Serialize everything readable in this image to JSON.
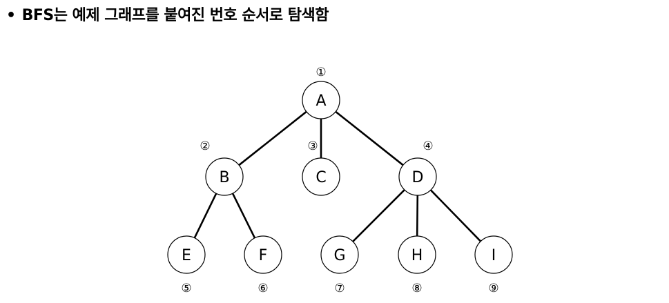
{
  "heading": {
    "bullet": "•",
    "text": "BFS는 예제 그래프를 붙여진 번호 순서로 탐색함"
  },
  "tree": {
    "nodes": [
      {
        "id": "A",
        "label": "A",
        "order": "①"
      },
      {
        "id": "B",
        "label": "B",
        "order": "②"
      },
      {
        "id": "C",
        "label": "C",
        "order": "③"
      },
      {
        "id": "D",
        "label": "D",
        "order": "④"
      },
      {
        "id": "E",
        "label": "E",
        "order": "⑤"
      },
      {
        "id": "F",
        "label": "F",
        "order": "⑥"
      },
      {
        "id": "G",
        "label": "G",
        "order": "⑦"
      },
      {
        "id": "H",
        "label": "H",
        "order": "⑧"
      },
      {
        "id": "I",
        "label": "I",
        "order": "⑨"
      }
    ],
    "edges": [
      {
        "from": "A",
        "to": "B"
      },
      {
        "from": "A",
        "to": "C"
      },
      {
        "from": "A",
        "to": "D"
      },
      {
        "from": "B",
        "to": "E"
      },
      {
        "from": "B",
        "to": "F"
      },
      {
        "from": "D",
        "to": "G"
      },
      {
        "from": "D",
        "to": "H"
      },
      {
        "from": "D",
        "to": "I"
      }
    ]
  }
}
